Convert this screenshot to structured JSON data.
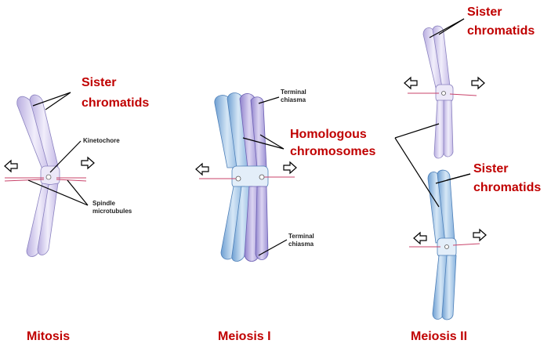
{
  "panels": {
    "mitosis": {
      "title": "Mitosis",
      "sister_label_1": "Sister",
      "sister_label_2": "chromatids",
      "kinetochore": "Kinetochore",
      "spindle_1": "Spindle",
      "spindle_2": "microtubules"
    },
    "meiosis1": {
      "title": "Meiosis I",
      "homologous_1": "Homologous",
      "homologous_2": "chromosomes",
      "terminal_top_1": "Terminal",
      "terminal_top_2": "chiasma",
      "terminal_bottom_1": "Terminal",
      "terminal_bottom_2": "chiasma"
    },
    "meiosis2": {
      "title": "Meiosis II",
      "sister_top_1": "Sister",
      "sister_top_2": "chromatids",
      "sister_bottom_1": "Sister",
      "sister_bottom_2": "chromatids"
    }
  },
  "colors": {
    "label_red": "#c00000",
    "chromatid_purple": "#d9d2f0",
    "chromatid_blue": "#9ec3e6",
    "spindle_pink": "#c9436a"
  }
}
